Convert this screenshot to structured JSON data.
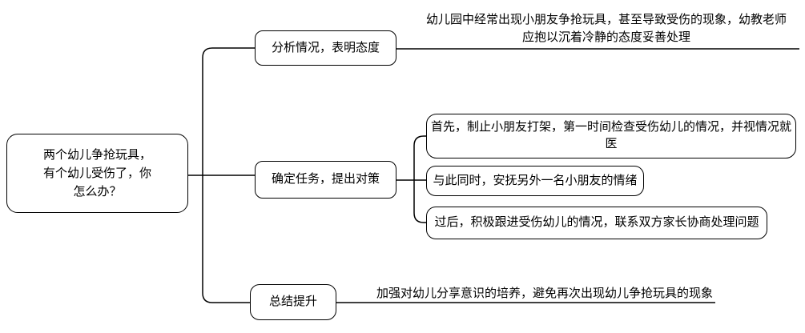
{
  "diagram": {
    "type": "mindmap",
    "colors": {
      "background": "#ffffff",
      "line": "#000000",
      "node_fill": "#ffffff",
      "text": "#000000"
    },
    "root": {
      "label": "两个幼儿争抢玩具，\n有个幼儿受伤了，你\n怎么办？"
    },
    "branches": [
      {
        "label": "分析情况，表明态度",
        "note": "幼儿园中经常出现小朋友争抢玩具，甚至导致受伤的现象，幼教老师应抱以沉着冷静的态度妥善处理"
      },
      {
        "label": "确定任务，提出对策",
        "children": [
          "首先，制止小朋友打架，第一时间检查受伤幼儿的情况，并视情况就医",
          "与此同时，安抚另外一名小朋友的情绪",
          "过后，积极跟进受伤幼儿的情况，联系双方家长协商处理问题"
        ]
      },
      {
        "label": "总结提升",
        "note": "加强对幼儿分享意识的培养，避免再次出现幼儿争抢玩具的现象"
      }
    ]
  }
}
